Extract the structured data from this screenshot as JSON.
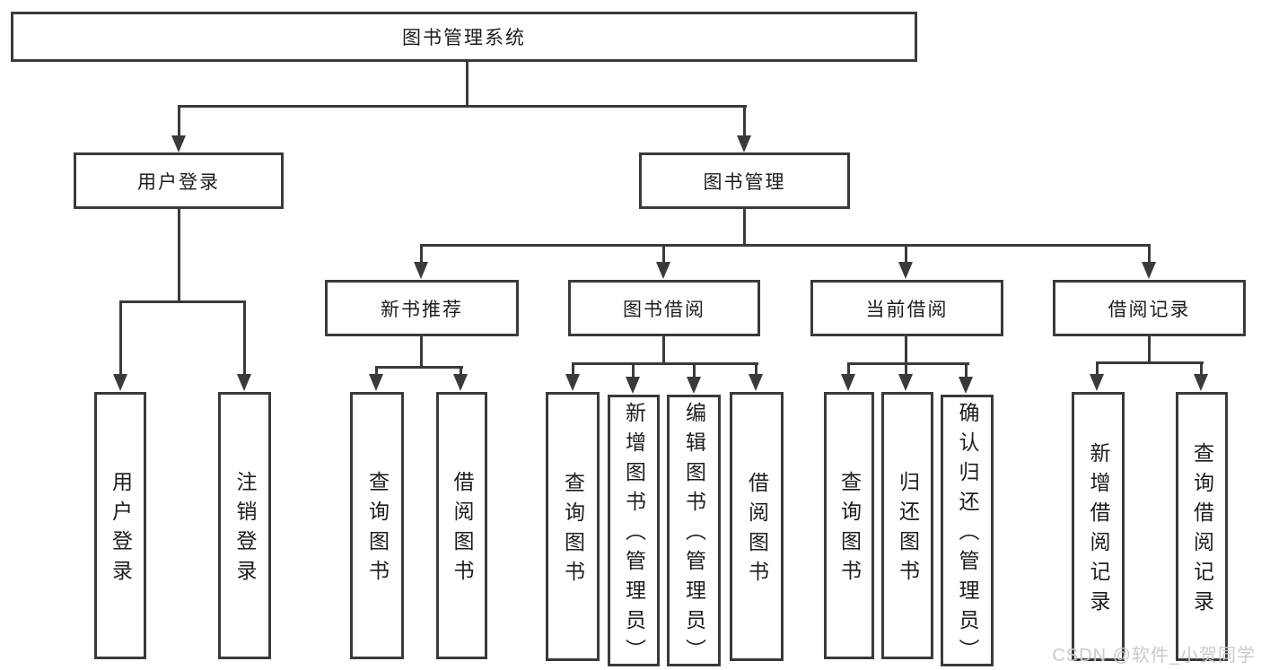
{
  "diagram": {
    "title": "图书管理系统",
    "nodes": {
      "root": {
        "label": "图书管理系统"
      },
      "user_login": {
        "label": "用户登录"
      },
      "book_mgmt": {
        "label": "图书管理"
      },
      "user_login_leaf": {
        "label": "用户登录"
      },
      "logout_leaf": {
        "label": "注销登录"
      },
      "new_book_rec": {
        "label": "新书推荐"
      },
      "book_borrow": {
        "label": "图书借阅"
      },
      "current_borrow": {
        "label": "当前借阅"
      },
      "borrow_records": {
        "label": "借阅记录"
      },
      "query_books_1": {
        "label": "查询图书"
      },
      "borrow_books_1": {
        "label": "借阅图书"
      },
      "query_books_2": {
        "label": "查询图书"
      },
      "add_books": {
        "label": "新增图书（管理员）"
      },
      "edit_books": {
        "label": "编辑图书（管理员）"
      },
      "borrow_books_2": {
        "label": "借阅图书"
      },
      "query_books_3": {
        "label": "查询图书"
      },
      "return_books": {
        "label": "归还图书"
      },
      "confirm_return": {
        "label": "确认归还（管理员）"
      },
      "add_borrow_record": {
        "label": "新增借阅记录"
      },
      "query_borrow_record": {
        "label": "查询借阅记录"
      }
    },
    "hierarchy": {
      "图书管理系统": {
        "用户登录": [
          "用户登录",
          "注销登录"
        ],
        "图书管理": {
          "新书推荐": [
            "查询图书",
            "借阅图书"
          ],
          "图书借阅": [
            "查询图书",
            "新增图书（管理员）",
            "编辑图书（管理员）",
            "借阅图书"
          ],
          "当前借阅": [
            "查询图书",
            "归还图书",
            "确认归还（管理员）"
          ],
          "借阅记录": [
            "新增借阅记录",
            "查询借阅记录"
          ]
        }
      }
    },
    "colors": {
      "line": "#3a3a3a",
      "text": "#1d1d1d",
      "background": "#ffffff",
      "watermark": "#c9c9c9"
    }
  },
  "watermark": {
    "text": "CSDN @软件_小贺同学"
  }
}
